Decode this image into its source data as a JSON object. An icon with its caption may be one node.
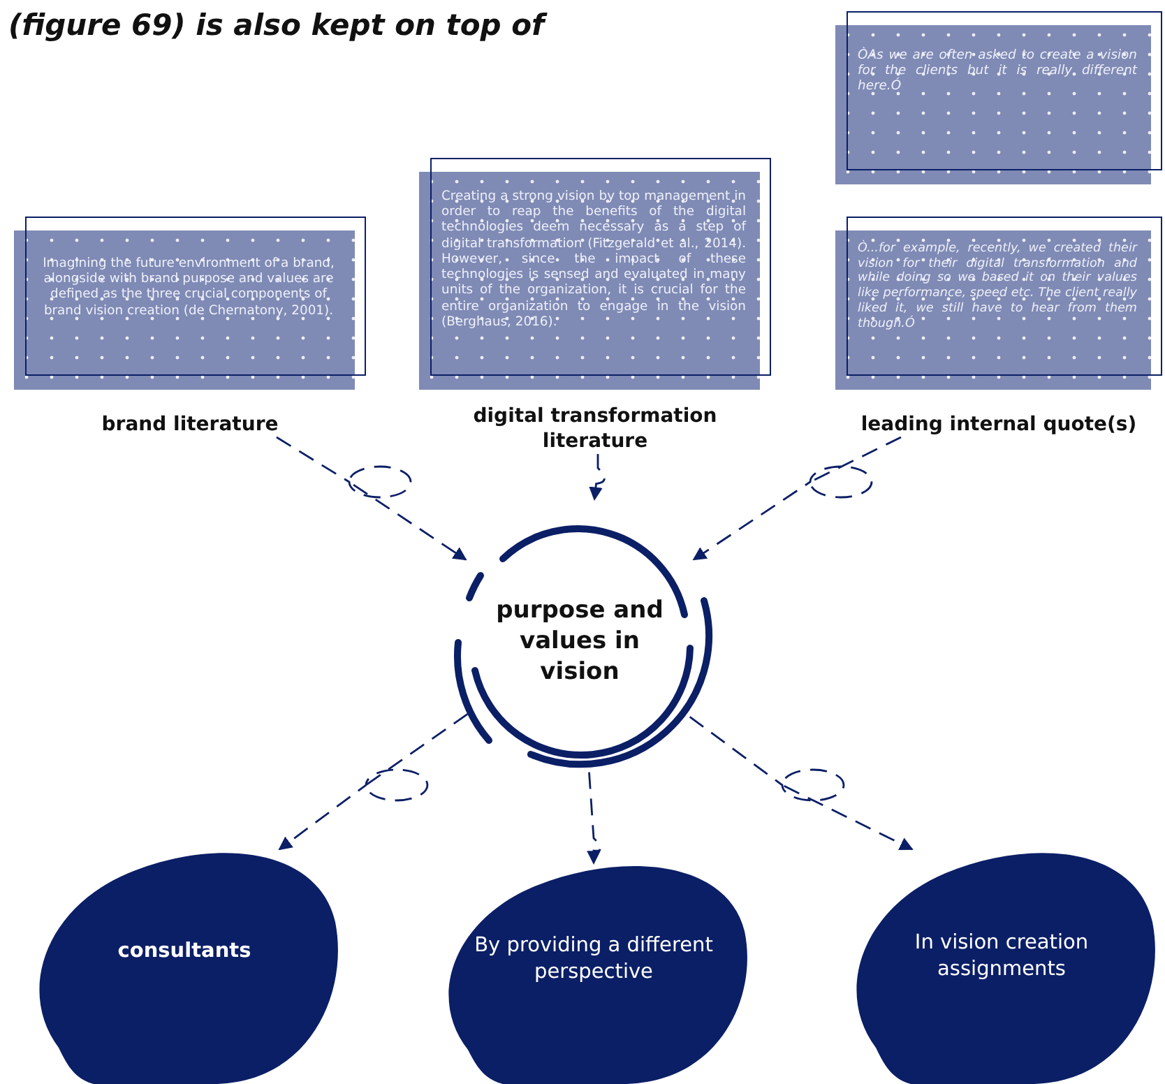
{
  "diagram": {
    "nodes": [
      {
        "text": [
          "Imagining the future environment of a brand, alongside with brand purpose and values are defined as the three crucial components of brand vision creation (de Chernatony, 2001).",
          "brand literature"
        ]
      },
      {
        "text": [
          "Creating a strong vision by top management in order to reap the benefits of the digital technologies deem necessary as a step of digital transformation (Fitzgerald et al., 2014). However, since the impact of these technologies is sensed and evaluated in many units of the organization, it is crucial for the entire organization to engage in the vision (Berghaus, 2016).",
          "digital transformation literature"
        ]
      },
      {
        "text": [
          "ÒAs we are often asked to create a vision for the clients but it is really different here.Ó"
        ]
      },
      {
        "text": [
          "Ò...for example, recently, we created their vision for their digital transformation and while doing so we based it on their values like performance, speed etc. The client really liked it, we still have to hear from them though.Ó",
          "leading internal quote(s)"
        ]
      },
      {
        "text": [
          "purpose and values in vision"
        ]
      },
      {
        "text": [
          "consultants"
        ]
      },
      {
        "text": [
          "By providing a different perspective"
        ]
      },
      {
        "text": [
          "In vision creation assignments"
        ]
      }
    ],
    "edges": [
      {
        "from": 0,
        "to": 4,
        "arrow": "to",
        "style": "dashed"
      },
      {
        "from": 1,
        "to": 4,
        "arrow": "to",
        "style": "dashed"
      },
      {
        "from": 3,
        "to": 4,
        "arrow": "to",
        "style": "dashed"
      },
      {
        "from": 4,
        "to": 5,
        "arrow": "to",
        "style": "dashed"
      },
      {
        "from": 4,
        "to": 6,
        "arrow": "to",
        "style": "dashed"
      },
      {
        "from": 4,
        "to": 7,
        "arrow": "to",
        "style": "dashed"
      }
    ],
    "labels": [
      "(figure 69) is also kept on top of"
    ]
  }
}
